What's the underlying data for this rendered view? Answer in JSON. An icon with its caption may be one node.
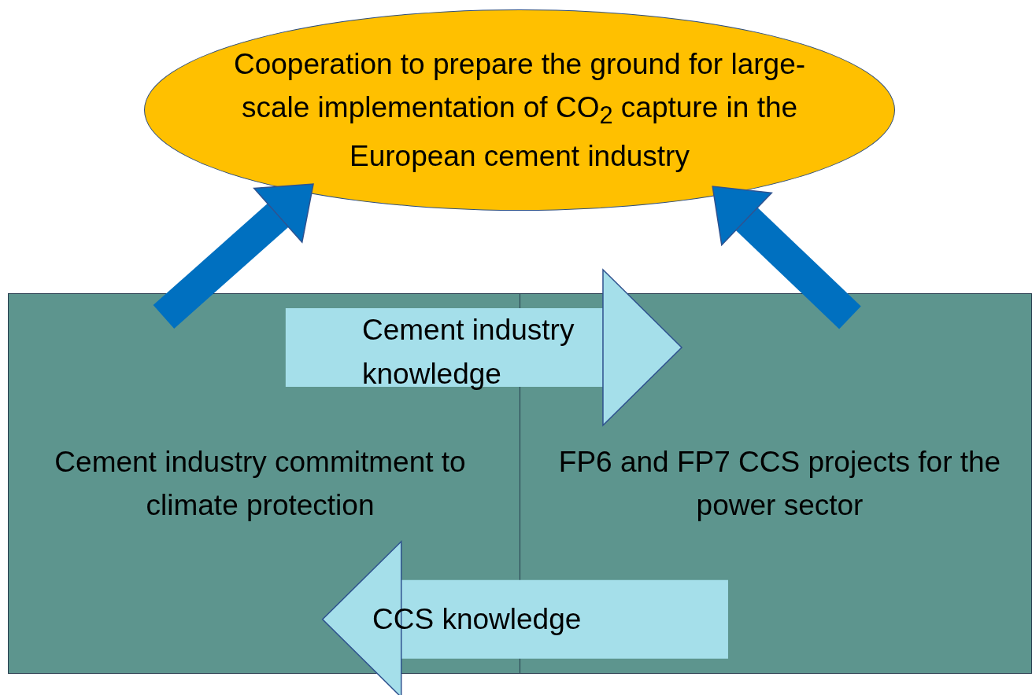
{
  "diagram": {
    "nodes": [
      {
        "text": [
          "Cooperation to prepare the ground for large-scale implementation of CO$_{2}$ capture in the European cement industry"
        ]
      },
      {
        "text": [
          "Cement industry commitment to climate protection"
        ]
      },
      {
        "text": [
          "FP6 and FP7 CCS projects for the power sector"
        ]
      }
    ],
    "edges": [
      {
        "from": 1,
        "to": 0,
        "arrow": "to",
        "color": "#0070c0"
      },
      {
        "from": 2,
        "to": 0,
        "arrow": "to",
        "color": "#0070c0"
      },
      {
        "from": 1,
        "to": 2,
        "arrow": "to",
        "style": "thick",
        "color": "#a5dfea",
        "label": "Cement industry knowledge"
      },
      {
        "from": 2,
        "to": 1,
        "arrow": "to",
        "style": "thick",
        "color": "#a5dfea",
        "label": "CCS knowledge"
      }
    ]
  }
}
